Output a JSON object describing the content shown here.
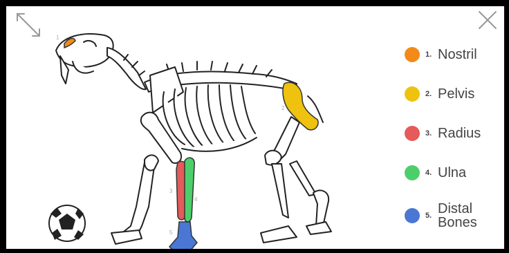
{
  "legend": [
    {
      "number": "1.",
      "label": "Nostril",
      "color": "#f28a1a"
    },
    {
      "number": "2.",
      "label": "Pelvis",
      "color": "#eec20e"
    },
    {
      "number": "3.",
      "label": "Radius",
      "color": "#e55a5a"
    },
    {
      "number": "4.",
      "label": "Ulna",
      "color": "#4ccf6a"
    },
    {
      "number": "5.",
      "label": "Distal Bones",
      "color": "#4a77d4"
    }
  ],
  "markers": {
    "nostril": "1",
    "pelvis": "2",
    "radius": "3",
    "ulna": "4",
    "distal": "5"
  },
  "icons": {
    "expand": "expand-arrows-icon",
    "close": "close-x-icon",
    "ball": "soccer-ball-icon"
  }
}
